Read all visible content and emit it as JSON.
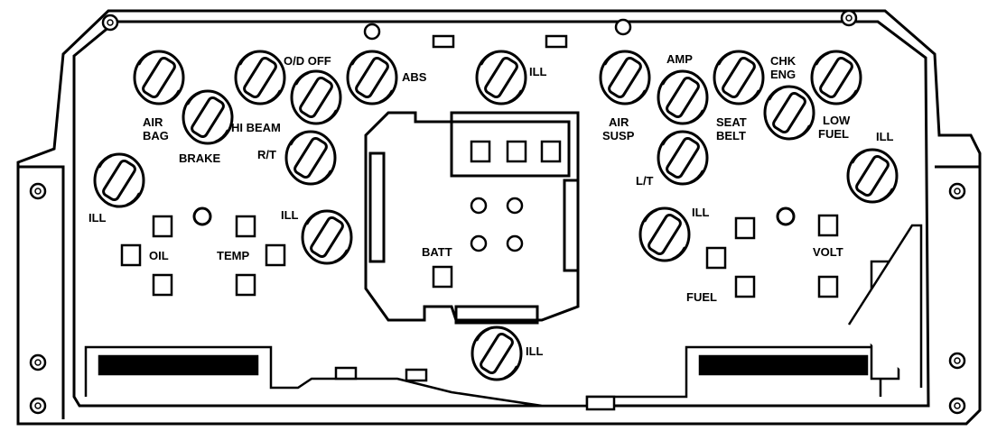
{
  "bulbs": {
    "air_bag": [
      "AIR",
      "BAG"
    ],
    "brake": "BRAKE",
    "hi_beam": "HI BEAM",
    "od_off": "O/D OFF",
    "rt": "R/T",
    "abs": "ABS",
    "ill_top_center": "ILL",
    "ill_left": "ILL",
    "ill_left_mid": "ILL",
    "ill_bottom_center": "ILL",
    "air_susp": [
      "AIR",
      "SUSP"
    ],
    "amp": "AMP",
    "seat_belt": [
      "SEAT",
      "BELT"
    ],
    "chk_eng": [
      "CHK",
      "ENG"
    ],
    "low_fuel": [
      "LOW",
      "FUEL"
    ],
    "ill_right": "ILL",
    "lt": "L/T",
    "ill_right_mid": "ILL"
  },
  "gauge_terminals": {
    "oil": "OIL",
    "temp": "TEMP",
    "batt": "BATT",
    "volt": "VOLT",
    "fuel": "FUEL"
  }
}
